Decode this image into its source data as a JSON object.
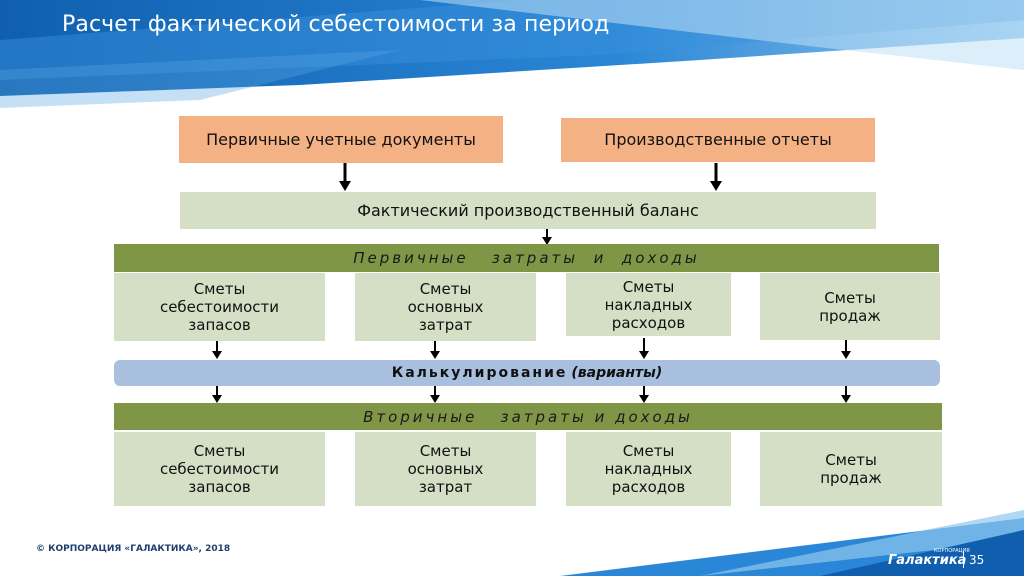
{
  "slide": {
    "title": "Расчет фактической себестоимости за период",
    "copyright": "© КОРПОРАЦИЯ «ГАЛАКТИКА», 2018",
    "logo": "Галактика",
    "logo_small": "КОРПОРАЦИЯ",
    "page_number": "35"
  },
  "diagram": {
    "top_left": "Первичные учетные документы",
    "top_right": "Производственные отчеты",
    "balance": "Фактический производственный баланс",
    "primary_band": "Первичные   затраты  и  доходы",
    "primary_boxes": [
      "Сметы\nсебестоимости\nзапасов",
      "Сметы\nосновных\nзатрат",
      "Сметы\nнакладных\nрасходов",
      "Сметы\nпродаж"
    ],
    "calc_band": "Калькулирование",
    "calc_band_sub": "(варианты)",
    "secondary_band": "Вторичные   затраты и доходы",
    "secondary_boxes": [
      "Сметы\nсебестоимости\nзапасов",
      "Сметы\nосновных\nзатрат",
      "Сметы\nнакладных\nрасходов",
      "Сметы\nпродаж"
    ]
  },
  "colors": {
    "orange_box": "#f4b183",
    "light_box": "#d5dfc5",
    "green_band": "#7f9647",
    "blue_band": "#a8bfdd",
    "header_blue": "#1a6fc0"
  }
}
